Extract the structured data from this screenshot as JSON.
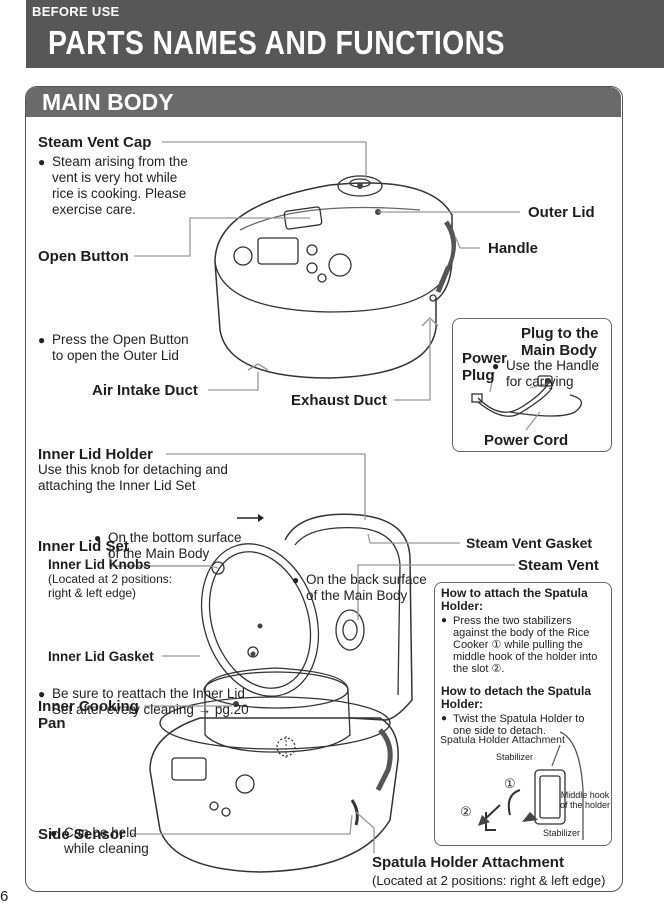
{
  "header": {
    "section": "BEFORE USE",
    "title": "PARTS NAMES AND FUNCTIONS"
  },
  "main": {
    "title": "MAIN BODY"
  },
  "labels": {
    "steam_vent_cap": "Steam Vent Cap",
    "steam_vent_cap_desc": [
      "Steam arising from the",
      "vent is very hot while",
      "rice is cooking. Please",
      "exercise care."
    ],
    "outer_lid": "Outer Lid",
    "open_button": "Open Button",
    "open_button_desc": [
      "Press the Open Button",
      "to open the Outer Lid"
    ],
    "handle": "Handle",
    "handle_desc": [
      "Use the Handle",
      "for carrying"
    ],
    "plug_to_main": [
      "Plug to the",
      "Main Body"
    ],
    "power_plug": [
      "Power",
      "Plug"
    ],
    "power_cord": "Power Cord",
    "air_intake": "Air Intake Duct",
    "air_intake_desc": [
      "On the bottom surface",
      "of the Main Body"
    ],
    "exhaust": "Exhaust Duct",
    "exhaust_desc": [
      "On the back surface",
      "of the Main Body"
    ],
    "inner_lid_holder": "Inner Lid Holder",
    "inner_lid_holder_desc": [
      "Use this knob for detaching and",
      "attaching the Inner Lid Set"
    ],
    "inner_lid_holder_note": [
      "Be sure to reattach the Inner Lid",
      "Set after every cleaning → pg.20"
    ],
    "inner_lid_set": "Inner Lid Set",
    "inner_lid_knobs": "Inner Lid Knobs",
    "inner_lid_knobs_desc": [
      "(Located at 2 positions:",
      "right & left edge)"
    ],
    "inner_lid_knobs_note": [
      "Can be held",
      "while cleaning"
    ],
    "inner_lid_gasket": "Inner Lid Gasket",
    "inner_cooking_pan": [
      "Inner Cooking",
      "Pan"
    ],
    "steam_vent_gasket": "Steam Vent Gasket",
    "steam_vent": "Steam Vent",
    "side_sensor": "Side Sensor",
    "spatula_holder_attachment": "Spatula Holder Attachment",
    "spatula_holder_attachment_desc": "(Located at 2 positions: right & left edge)"
  },
  "spatula_box": {
    "attach_title": [
      "How to attach the Spatula",
      "Holder:"
    ],
    "attach_text": [
      "Press the two stabilizers",
      "against the body of the Rice",
      "Cooker ① while pulling the",
      "middle hook of the holder into",
      "the slot ②."
    ],
    "detach_title": [
      "How to detach the Spatula",
      "Holder:"
    ],
    "detach_text": [
      "Twist the Spatula Holder to",
      "one side to detach."
    ],
    "fig_title": "Spatula Holder Attachment",
    "stabilizer_top": "Stabilizer",
    "middle_hook": [
      "Middle hook",
      "of the holder"
    ],
    "stabilizer_bottom": "Stabilizer",
    "num1": "①",
    "num2": "②"
  },
  "page_number": "6"
}
